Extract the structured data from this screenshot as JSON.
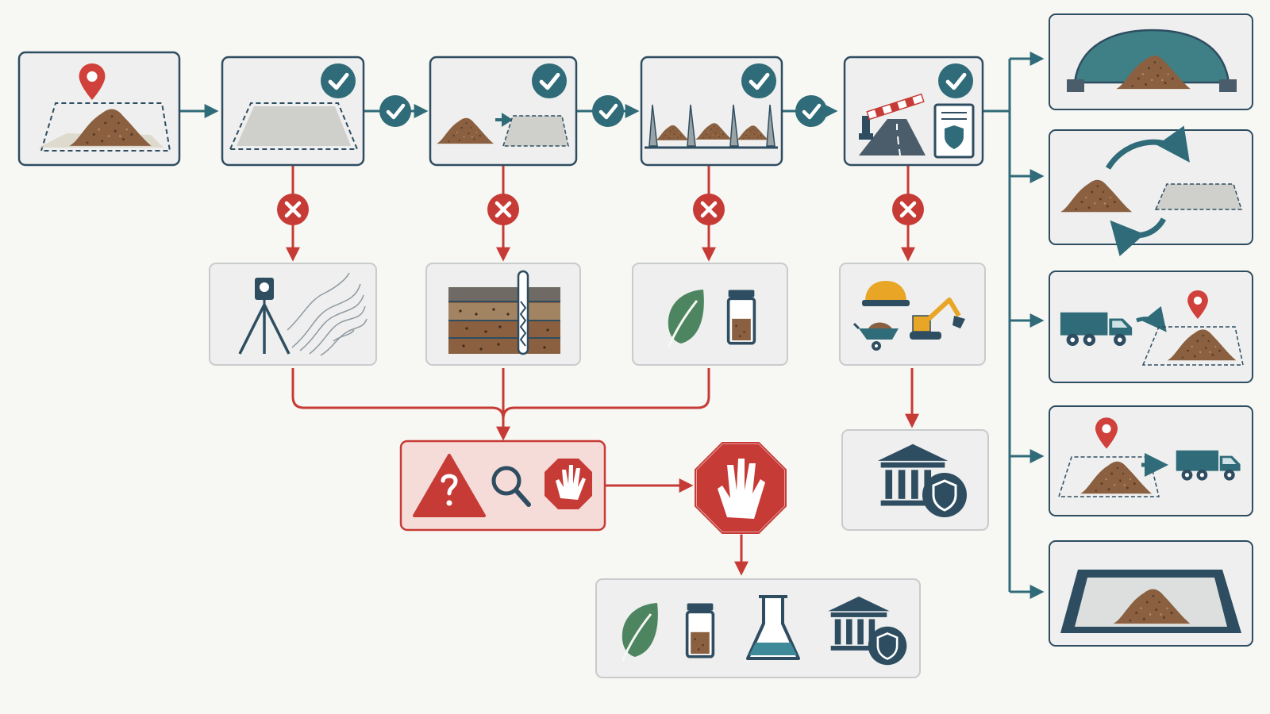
{
  "diagram": {
    "type": "process-flowchart",
    "labels": "none",
    "colors": {
      "teal": "#2f6b78",
      "red": "#c73b36",
      "soil": "#8a6040",
      "leaf": "#4d8560",
      "panel_gray": "#eeefee",
      "panel_border": "#2e4d61",
      "red_panel": "#f5dcd8"
    },
    "main_steps": [
      {
        "id": "site-location",
        "icon": "soil-pile-location-pin-icon",
        "status": "start"
      },
      {
        "id": "prepared-area",
        "icon": "prepared-area-icon",
        "status": "approved"
      },
      {
        "id": "soil-transfer",
        "icon": "soil-transfer-icon",
        "status": "approved"
      },
      {
        "id": "storage-bays",
        "icon": "partitioned-storage-icon",
        "status": "approved"
      },
      {
        "id": "access-permit",
        "icon": "access-barrier-permit-icon",
        "status": "approved"
      }
    ],
    "failure_checks": [
      {
        "from": "prepared-area",
        "icon": "survey-tripod-contour-map-icon"
      },
      {
        "from": "soil-transfer",
        "icon": "soil-profile-borehole-icon"
      },
      {
        "from": "storage-bays",
        "icon": "leaf-sample-jar-icon"
      },
      {
        "from": "access-permit",
        "icon": "worker-equipment-icon"
      }
    ],
    "escalation": {
      "review": {
        "icons": [
          "warning-question-icon",
          "magnifier-icon",
          "stop-hand-icon"
        ]
      },
      "stop": {
        "icon": "stop-sign-hand-icon"
      },
      "remediation": {
        "icons": [
          "leaf-icon",
          "sample-jar-icon",
          "lab-flask-icon",
          "authority-shield-icon"
        ]
      },
      "authority": {
        "icon": "authority-building-shield-icon"
      }
    },
    "outcomes": [
      {
        "icon": "covered-stockpile-icon"
      },
      {
        "icon": "rotation-reuse-icon"
      },
      {
        "icon": "truck-delivery-to-site-icon"
      },
      {
        "icon": "site-to-truck-removal-icon"
      },
      {
        "icon": "lined-containment-icon"
      }
    ]
  }
}
